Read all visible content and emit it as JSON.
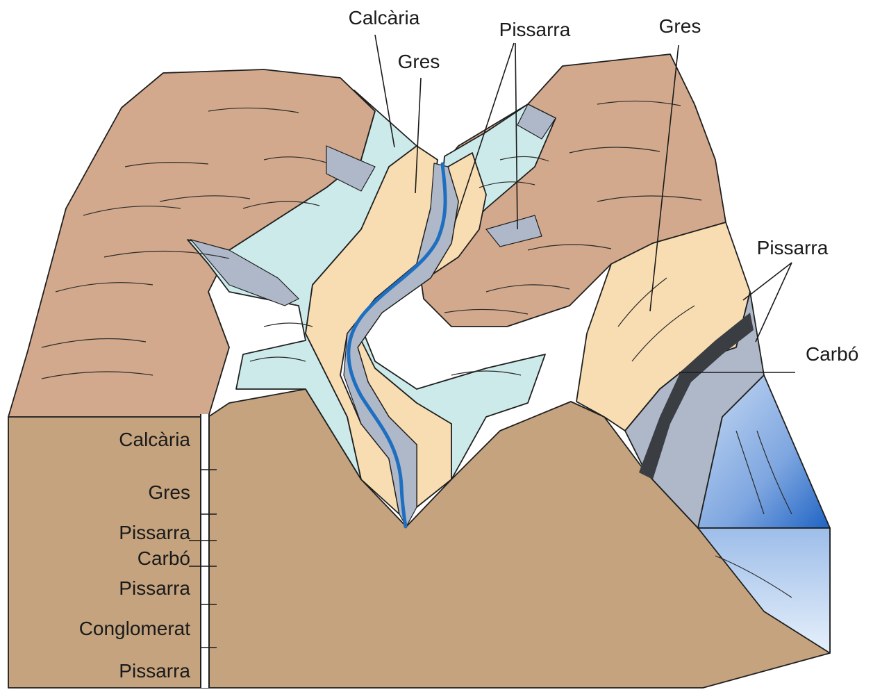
{
  "labels": {
    "top": {
      "limestone": "Calcària",
      "sandstone_center": "Gres",
      "shale_center": "Pissarra",
      "sandstone_right": "Gres",
      "shale_right": "Pissarra",
      "coal_right": "Carbó"
    },
    "column": [
      "Calcària",
      "Gres",
      "Pissarra",
      "Carbó",
      "Pissarra",
      "Conglomerat",
      "Pissarra"
    ]
  },
  "colors": {
    "plateau": "#d2a98c",
    "cross_section": "#c4a37e",
    "limestone": "#cdeaea",
    "sandstone": "#f8ddb2",
    "shale": "#aeb8c8",
    "coal": "#3a3d42",
    "water": "#1f6fc1",
    "lake": "#8eb4e6"
  }
}
